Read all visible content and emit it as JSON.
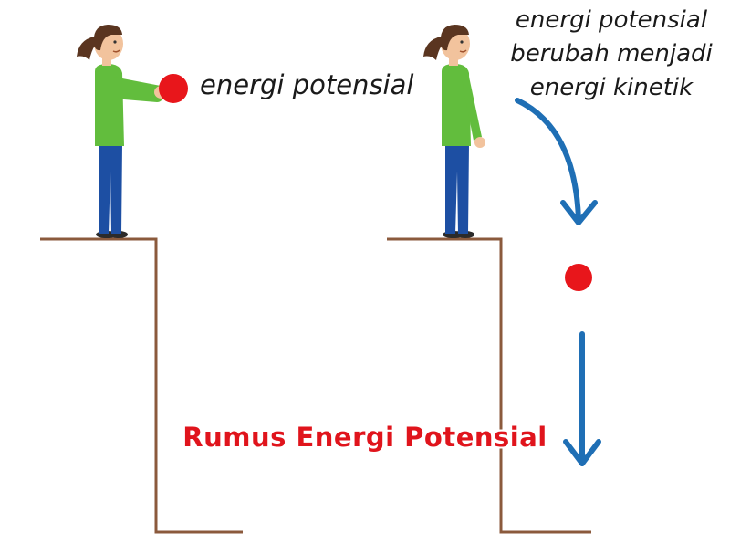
{
  "labels": {
    "left": "energi potensial",
    "right_lines": [
      "energi potensial",
      "berubah menjadi",
      "energi kinetik"
    ]
  },
  "title": "Rumus Energi Potensial",
  "colors": {
    "ball": "#e8161b",
    "shirt": "#62bd3d",
    "pants": "#1d4fa3",
    "hair": "#5a3520",
    "skin": "#f2c39d",
    "ledge": "#8b5a3c",
    "arrow": "#1f6fb5",
    "title": "#e0141c"
  }
}
